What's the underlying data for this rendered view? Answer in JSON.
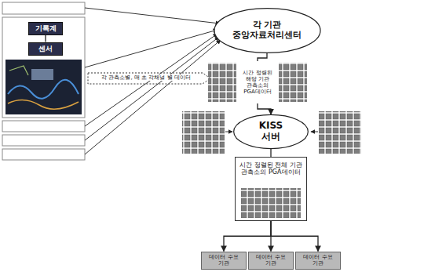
{
  "diagram": {
    "nodes": [
      {
        "text": [
          "기록계"
        ]
      },
      {
        "text": [
          "센서"
        ]
      },
      {
        "text": [
          "각 기관 중앙자료처리센터"
        ]
      },
      {
        "text": [
          "시간 정렬된 해당 기관 관측소의 PGA데이터"
        ]
      },
      {
        "text": [
          "KISS 서버"
        ]
      },
      {
        "text": [
          "시간 정렬된 전체 기관 관측소의 PGA데이터"
        ]
      },
      {
        "text": [
          "데이터 수요 기관"
        ]
      },
      {
        "text": [
          "데이터 수요 기관"
        ]
      },
      {
        "text": [
          "데이터 수요 기관"
        ]
      }
    ],
    "edges": [
      {
        "from": 1,
        "to": 0,
        "arrow": "none"
      },
      {
        "from": 2,
        "to": 3,
        "arrow": "none"
      },
      {
        "from": 3,
        "to": 4,
        "arrow": "to"
      },
      {
        "from": 4,
        "to": 5,
        "arrow": "none"
      },
      {
        "from": 5,
        "to": 6,
        "arrow": "to"
      },
      {
        "from": 5,
        "to": 7,
        "arrow": "to"
      },
      {
        "from": 5,
        "to": 8,
        "arrow": "to"
      }
    ],
    "labels": [
      "각 관측소별, 매 초 각채널 별 데이터"
    ]
  }
}
